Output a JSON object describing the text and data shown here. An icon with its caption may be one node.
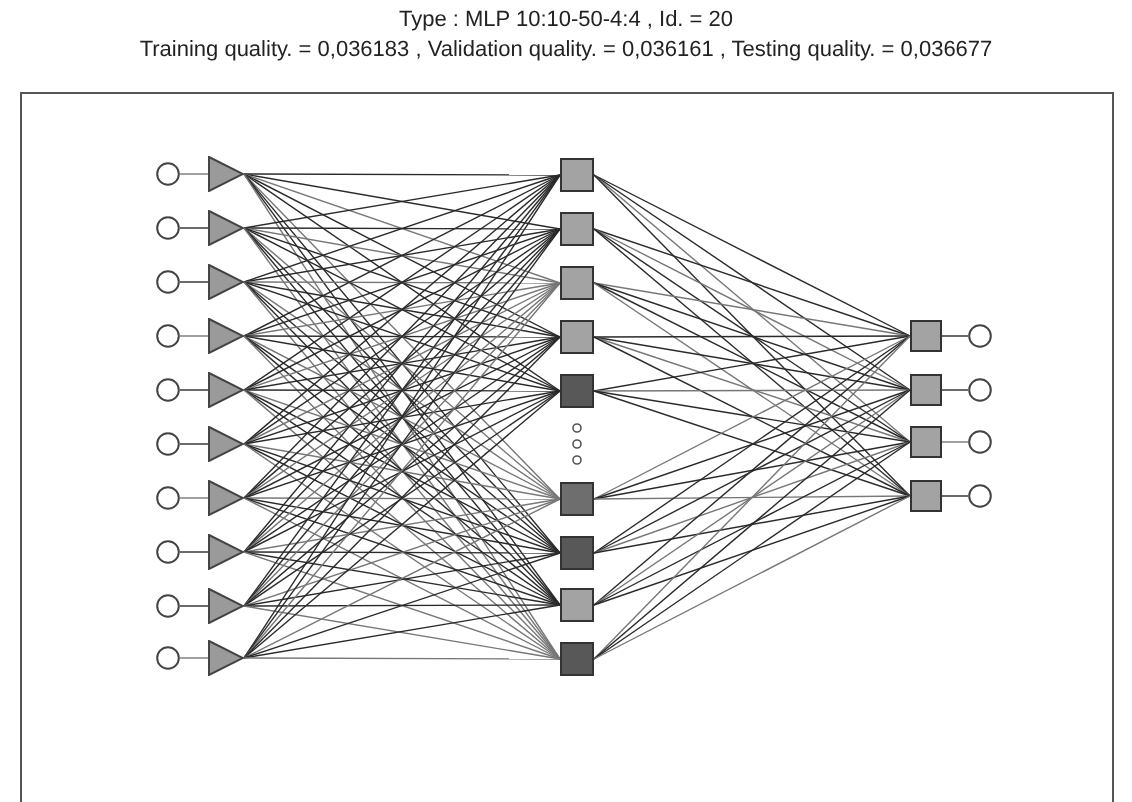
{
  "diagram": {
    "title": "Type : MLP 10:10-50-4:4 ,  Id. = 20",
    "labels": [
      "Training quality. = 0,036183 ,  Validation quality. = 0,036161 ,  Testing quality. = 0,036677"
    ],
    "nodes": [
      {
        "text": [],
        "shape": "circle"
      },
      {
        "text": [],
        "shape": "circle"
      },
      {
        "text": [],
        "shape": "circle"
      },
      {
        "text": [],
        "shape": "circle"
      },
      {
        "text": [],
        "shape": "circle"
      },
      {
        "text": [],
        "shape": "circle"
      },
      {
        "text": [],
        "shape": "circle"
      },
      {
        "text": [],
        "shape": "circle"
      },
      {
        "text": [],
        "shape": "circle"
      },
      {
        "text": [],
        "shape": "circle"
      },
      {
        "text": [],
        "shape": "triangle"
      },
      {
        "text": [],
        "shape": "triangle"
      },
      {
        "text": [],
        "shape": "triangle"
      },
      {
        "text": [],
        "shape": "triangle"
      },
      {
        "text": [],
        "shape": "triangle"
      },
      {
        "text": [],
        "shape": "triangle"
      },
      {
        "text": [],
        "shape": "triangle"
      },
      {
        "text": [],
        "shape": "triangle"
      },
      {
        "text": [],
        "shape": "triangle"
      },
      {
        "text": [],
        "shape": "triangle"
      },
      {
        "text": [],
        "shape": "box"
      },
      {
        "text": [],
        "shape": "box"
      },
      {
        "text": [],
        "shape": "box"
      },
      {
        "text": [],
        "shape": "box"
      },
      {
        "text": [],
        "shape": "box"
      },
      {
        "text": [],
        "shape": "box"
      },
      {
        "text": [],
        "shape": "box"
      },
      {
        "text": [],
        "shape": "box"
      },
      {
        "text": [],
        "shape": "box"
      },
      {
        "text": [],
        "shape": "box"
      },
      {
        "text": [],
        "shape": "box"
      },
      {
        "text": [],
        "shape": "box"
      },
      {
        "text": [],
        "shape": "box"
      },
      {
        "text": [],
        "shape": "circle"
      },
      {
        "text": [],
        "shape": "circle"
      },
      {
        "text": [],
        "shape": "circle"
      },
      {
        "text": [],
        "shape": "circle"
      }
    ],
    "edges": [
      {
        "from": 0,
        "to": 10,
        "arrow": "none"
      },
      {
        "from": 1,
        "to": 11,
        "arrow": "none"
      },
      {
        "from": 2,
        "to": 12,
        "arrow": "none"
      },
      {
        "from": 3,
        "to": 13,
        "arrow": "none"
      },
      {
        "from": 4,
        "to": 14,
        "arrow": "none"
      },
      {
        "from": 5,
        "to": 15,
        "arrow": "none"
      },
      {
        "from": 6,
        "to": 16,
        "arrow": "none"
      },
      {
        "from": 7,
        "to": 17,
        "arrow": "none"
      },
      {
        "from": 8,
        "to": 18,
        "arrow": "none"
      },
      {
        "from": 9,
        "to": 19,
        "arrow": "none"
      },
      {
        "from": 10,
        "to": 20,
        "arrow": "none"
      },
      {
        "from": 10,
        "to": 21,
        "arrow": "none"
      },
      {
        "from": 10,
        "to": 22,
        "arrow": "none"
      },
      {
        "from": 10,
        "to": 23,
        "arrow": "none"
      },
      {
        "from": 10,
        "to": 24,
        "arrow": "none"
      },
      {
        "from": 10,
        "to": 25,
        "arrow": "none"
      },
      {
        "from": 10,
        "to": 26,
        "arrow": "none"
      },
      {
        "from": 10,
        "to": 27,
        "arrow": "none"
      },
      {
        "from": 10,
        "to": 28,
        "arrow": "none"
      },
      {
        "from": 11,
        "to": 20,
        "arrow": "none"
      },
      {
        "from": 11,
        "to": 21,
        "arrow": "none"
      },
      {
        "from": 11,
        "to": 22,
        "arrow": "none"
      },
      {
        "from": 11,
        "to": 23,
        "arrow": "none"
      },
      {
        "from": 11,
        "to": 24,
        "arrow": "none"
      },
      {
        "from": 11,
        "to": 25,
        "arrow": "none"
      },
      {
        "from": 11,
        "to": 26,
        "arrow": "none"
      },
      {
        "from": 11,
        "to": 27,
        "arrow": "none"
      },
      {
        "from": 11,
        "to": 28,
        "arrow": "none"
      },
      {
        "from": 12,
        "to": 20,
        "arrow": "none"
      },
      {
        "from": 12,
        "to": 21,
        "arrow": "none"
      },
      {
        "from": 12,
        "to": 22,
        "arrow": "none"
      },
      {
        "from": 12,
        "to": 23,
        "arrow": "none"
      },
      {
        "from": 12,
        "to": 24,
        "arrow": "none"
      },
      {
        "from": 12,
        "to": 25,
        "arrow": "none"
      },
      {
        "from": 12,
        "to": 26,
        "arrow": "none"
      },
      {
        "from": 12,
        "to": 27,
        "arrow": "none"
      },
      {
        "from": 12,
        "to": 28,
        "arrow": "none"
      },
      {
        "from": 13,
        "to": 20,
        "arrow": "none"
      },
      {
        "from": 13,
        "to": 21,
        "arrow": "none"
      },
      {
        "from": 13,
        "to": 22,
        "arrow": "none"
      },
      {
        "from": 13,
        "to": 23,
        "arrow": "none"
      },
      {
        "from": 13,
        "to": 24,
        "arrow": "none"
      },
      {
        "from": 13,
        "to": 25,
        "arrow": "none"
      },
      {
        "from": 13,
        "to": 26,
        "arrow": "none"
      },
      {
        "from": 13,
        "to": 27,
        "arrow": "none"
      },
      {
        "from": 13,
        "to": 28,
        "arrow": "none"
      },
      {
        "from": 14,
        "to": 20,
        "arrow": "none"
      },
      {
        "from": 14,
        "to": 21,
        "arrow": "none"
      },
      {
        "from": 14,
        "to": 22,
        "arrow": "none"
      },
      {
        "from": 14,
        "to": 23,
        "arrow": "none"
      },
      {
        "from": 14,
        "to": 24,
        "arrow": "none"
      },
      {
        "from": 14,
        "to": 25,
        "arrow": "none"
      },
      {
        "from": 14,
        "to": 26,
        "arrow": "none"
      },
      {
        "from": 14,
        "to": 27,
        "arrow": "none"
      },
      {
        "from": 14,
        "to": 28,
        "arrow": "none"
      },
      {
        "from": 15,
        "to": 20,
        "arrow": "none"
      },
      {
        "from": 15,
        "to": 21,
        "arrow": "none"
      },
      {
        "from": 15,
        "to": 22,
        "arrow": "none"
      },
      {
        "from": 15,
        "to": 23,
        "arrow": "none"
      },
      {
        "from": 15,
        "to": 24,
        "arrow": "none"
      },
      {
        "from": 15,
        "to": 25,
        "arrow": "none"
      },
      {
        "from": 15,
        "to": 26,
        "arrow": "none"
      },
      {
        "from": 15,
        "to": 27,
        "arrow": "none"
      },
      {
        "from": 15,
        "to": 28,
        "arrow": "none"
      },
      {
        "from": 16,
        "to": 20,
        "arrow": "none"
      },
      {
        "from": 16,
        "to": 21,
        "arrow": "none"
      },
      {
        "from": 16,
        "to": 22,
        "arrow": "none"
      },
      {
        "from": 16,
        "to": 23,
        "arrow": "none"
      },
      {
        "from": 16,
        "to": 24,
        "arrow": "none"
      },
      {
        "from": 16,
        "to": 25,
        "arrow": "none"
      },
      {
        "from": 16,
        "to": 26,
        "arrow": "none"
      },
      {
        "from": 16,
        "to": 27,
        "arrow": "none"
      },
      {
        "from": 16,
        "to": 28,
        "arrow": "none"
      },
      {
        "from": 17,
        "to": 20,
        "arrow": "none"
      },
      {
        "from": 17,
        "to": 21,
        "arrow": "none"
      },
      {
        "from": 17,
        "to": 22,
        "arrow": "none"
      },
      {
        "from": 17,
        "to": 23,
        "arrow": "none"
      },
      {
        "from": 17,
        "to": 24,
        "arrow": "none"
      },
      {
        "from": 17,
        "to": 25,
        "arrow": "none"
      },
      {
        "from": 17,
        "to": 26,
        "arrow": "none"
      },
      {
        "from": 17,
        "to": 27,
        "arrow": "none"
      },
      {
        "from": 17,
        "to": 28,
        "arrow": "none"
      },
      {
        "from": 18,
        "to": 20,
        "arrow": "none"
      },
      {
        "from": 18,
        "to": 21,
        "arrow": "none"
      },
      {
        "from": 18,
        "to": 22,
        "arrow": "none"
      },
      {
        "from": 18,
        "to": 23,
        "arrow": "none"
      },
      {
        "from": 18,
        "to": 24,
        "arrow": "none"
      },
      {
        "from": 18,
        "to": 25,
        "arrow": "none"
      },
      {
        "from": 18,
        "to": 26,
        "arrow": "none"
      },
      {
        "from": 18,
        "to": 27,
        "arrow": "none"
      },
      {
        "from": 18,
        "to": 28,
        "arrow": "none"
      },
      {
        "from": 19,
        "to": 20,
        "arrow": "none"
      },
      {
        "from": 19,
        "to": 21,
        "arrow": "none"
      },
      {
        "from": 19,
        "to": 22,
        "arrow": "none"
      },
      {
        "from": 19,
        "to": 23,
        "arrow": "none"
      },
      {
        "from": 19,
        "to": 24,
        "arrow": "none"
      },
      {
        "from": 19,
        "to": 25,
        "arrow": "none"
      },
      {
        "from": 19,
        "to": 26,
        "arrow": "none"
      },
      {
        "from": 19,
        "to": 27,
        "arrow": "none"
      },
      {
        "from": 19,
        "to": 28,
        "arrow": "none"
      },
      {
        "from": 20,
        "to": 29,
        "arrow": "none"
      },
      {
        "from": 20,
        "to": 30,
        "arrow": "none"
      },
      {
        "from": 20,
        "to": 31,
        "arrow": "none"
      },
      {
        "from": 20,
        "to": 32,
        "arrow": "none"
      },
      {
        "from": 21,
        "to": 29,
        "arrow": "none"
      },
      {
        "from": 21,
        "to": 30,
        "arrow": "none"
      },
      {
        "from": 21,
        "to": 31,
        "arrow": "none"
      },
      {
        "from": 21,
        "to": 32,
        "arrow": "none"
      },
      {
        "from": 22,
        "to": 29,
        "arrow": "none"
      },
      {
        "from": 22,
        "to": 30,
        "arrow": "none"
      },
      {
        "from": 22,
        "to": 31,
        "arrow": "none"
      },
      {
        "from": 22,
        "to": 32,
        "arrow": "none"
      },
      {
        "from": 23,
        "to": 29,
        "arrow": "none"
      },
      {
        "from": 23,
        "to": 30,
        "arrow": "none"
      },
      {
        "from": 23,
        "to": 31,
        "arrow": "none"
      },
      {
        "from": 23,
        "to": 32,
        "arrow": "none"
      },
      {
        "from": 24,
        "to": 29,
        "arrow": "none"
      },
      {
        "from": 24,
        "to": 30,
        "arrow": "none"
      },
      {
        "from": 24,
        "to": 31,
        "arrow": "none"
      },
      {
        "from": 24,
        "to": 32,
        "arrow": "none"
      },
      {
        "from": 25,
        "to": 29,
        "arrow": "none"
      },
      {
        "from": 25,
        "to": 30,
        "arrow": "none"
      },
      {
        "from": 25,
        "to": 31,
        "arrow": "none"
      },
      {
        "from": 25,
        "to": 32,
        "arrow": "none"
      },
      {
        "from": 26,
        "to": 29,
        "arrow": "none"
      },
      {
        "from": 26,
        "to": 30,
        "arrow": "none"
      },
      {
        "from": 26,
        "to": 31,
        "arrow": "none"
      },
      {
        "from": 26,
        "to": 32,
        "arrow": "none"
      },
      {
        "from": 27,
        "to": 29,
        "arrow": "none"
      },
      {
        "from": 27,
        "to": 30,
        "arrow": "none"
      },
      {
        "from": 27,
        "to": 31,
        "arrow": "none"
      },
      {
        "from": 27,
        "to": 32,
        "arrow": "none"
      },
      {
        "from": 28,
        "to": 29,
        "arrow": "none"
      },
      {
        "from": 28,
        "to": 30,
        "arrow": "none"
      },
      {
        "from": 28,
        "to": 31,
        "arrow": "none"
      },
      {
        "from": 28,
        "to": 32,
        "arrow": "none"
      },
      {
        "from": 29,
        "to": 33,
        "arrow": "none"
      },
      {
        "from": 30,
        "to": 34,
        "arrow": "none"
      },
      {
        "from": 31,
        "to": 35,
        "arrow": "none"
      },
      {
        "from": 32,
        "to": 36,
        "arrow": "none"
      }
    ]
  }
}
